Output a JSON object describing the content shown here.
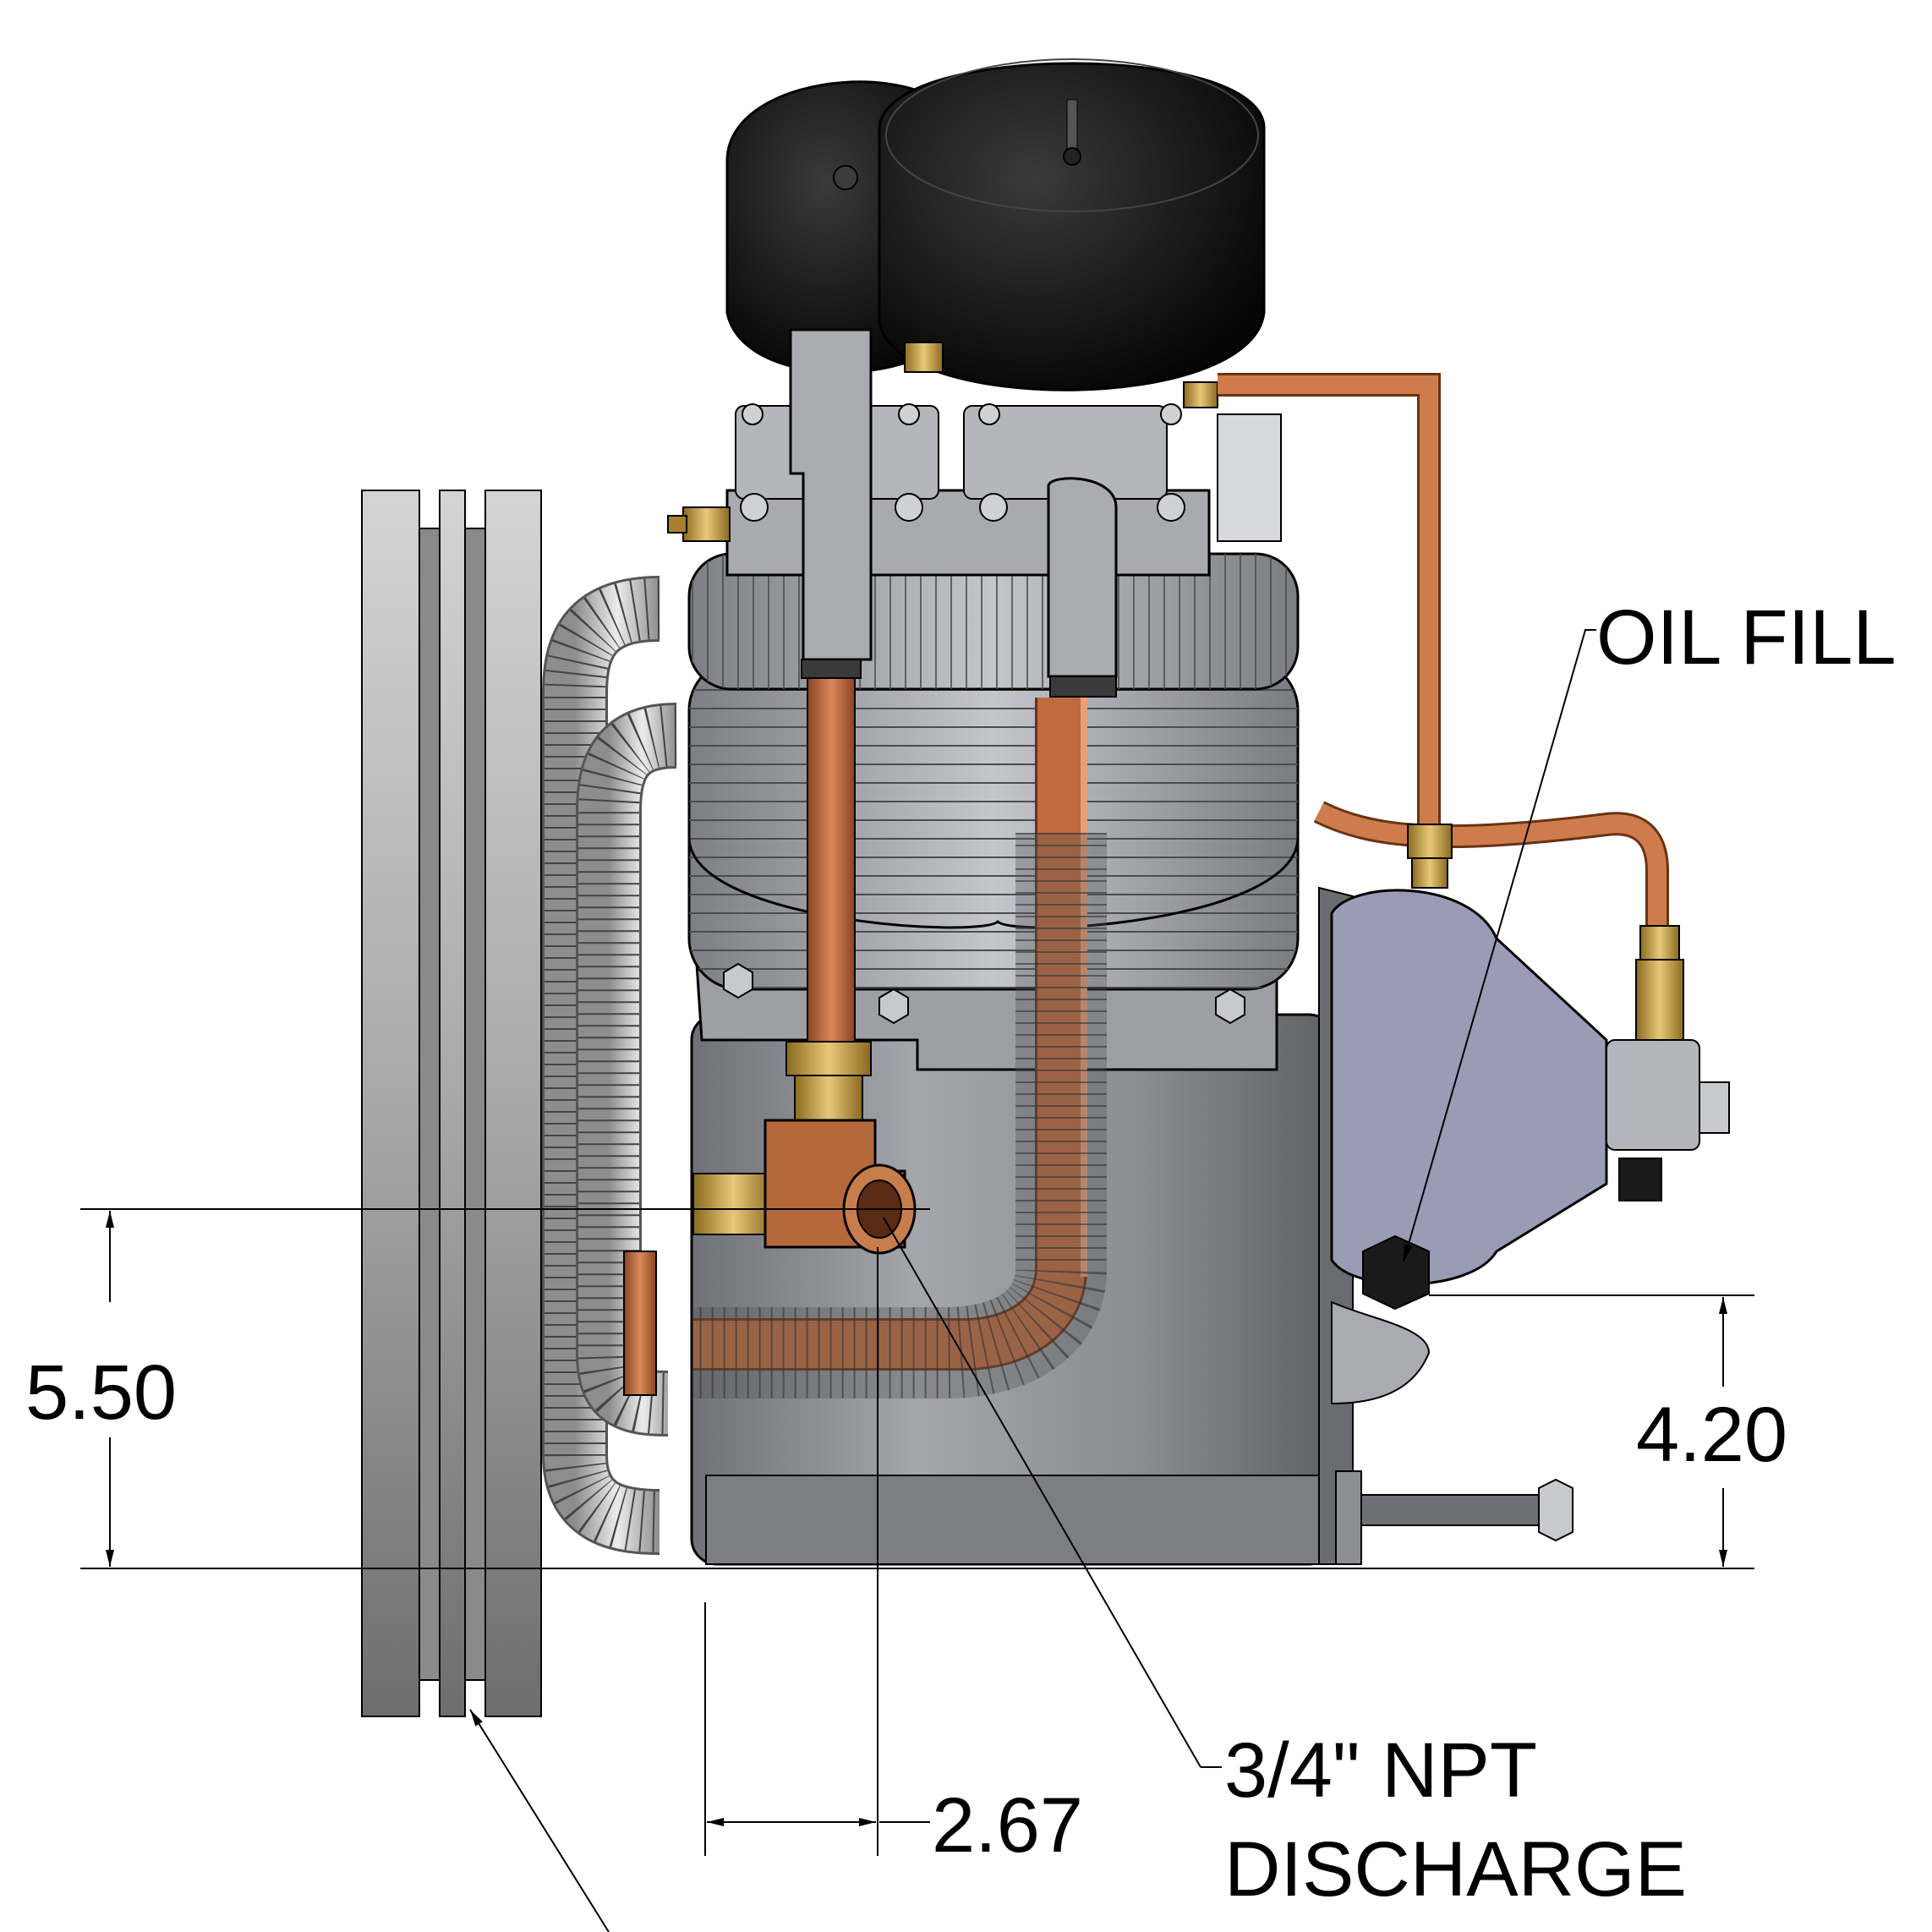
{
  "labels": {
    "oil_fill": "OIL FILL",
    "discharge_line1": "3/4\" NPT",
    "discharge_line2": "DISCHARGE"
  },
  "dimensions": {
    "left_height": "5.50",
    "right_height": "4.20",
    "horizontal_offset": "2.67"
  },
  "colors": {
    "background": "#ffffff",
    "lines": "#000000",
    "cast_iron": "#8c8e94",
    "copper": "#b8663a",
    "brass": "#c9a24a",
    "filter_caps": "#0d0d0d",
    "pulley": "#9a9a9a",
    "hose": "#d0d0d0"
  }
}
